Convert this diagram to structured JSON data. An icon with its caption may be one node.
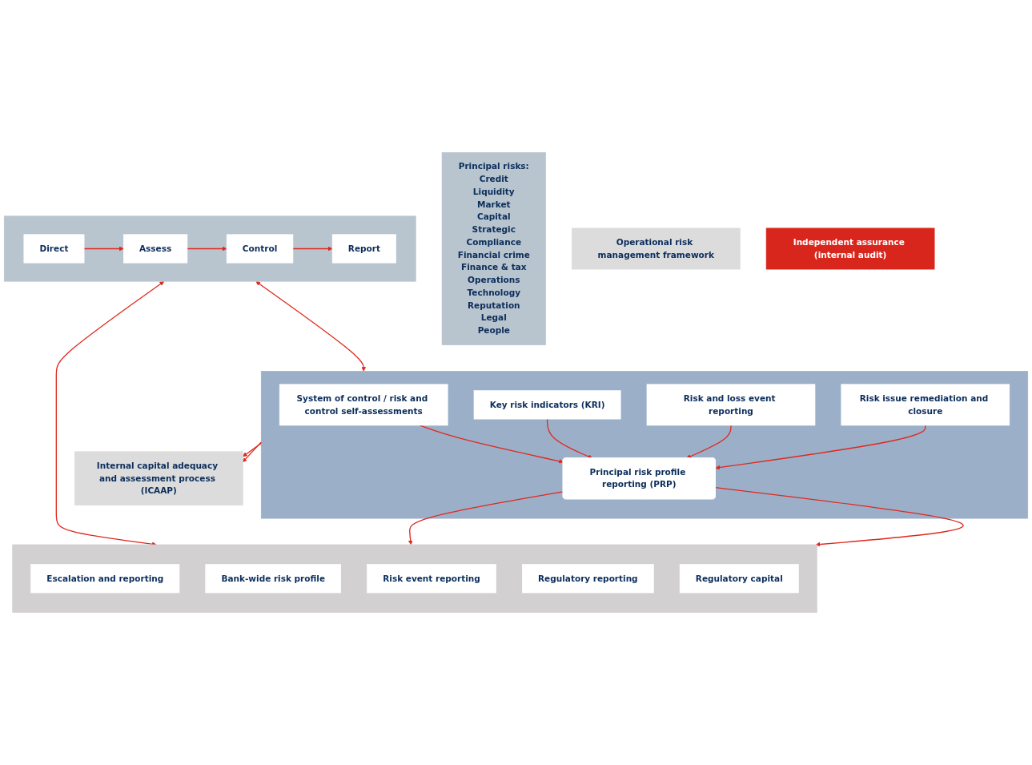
{
  "diagram": {
    "nodes": [
      {
        "text": [
          "Principal risks:",
          "Credit",
          "Liquidity",
          "Market",
          "Capital",
          "Strategic",
          "Compliance",
          "Financial crime",
          "Finance & tax",
          "Operations",
          "Technology",
          "Reputation",
          "Legal",
          "People"
        ]
      },
      {
        "text": [
          "Operational risk management framework"
        ]
      },
      {
        "text": [],
        "shape": "box"
      },
      {
        "text": [
          "Direct"
        ],
        "in": 2
      },
      {
        "text": [
          "Assess"
        ],
        "in": 2
      },
      {
        "text": [
          "Control"
        ],
        "in": 2
      },
      {
        "text": [
          "Report"
        ],
        "in": 2
      },
      {
        "text": [],
        "shape": "box"
      },
      {
        "text": [
          "System of control / risk and control self-assessments"
        ],
        "in": 7
      },
      {
        "text": [
          "Key risk indicators (KRI)"
        ],
        "in": 7
      },
      {
        "text": [
          "Risk and loss event reporting"
        ],
        "in": 7
      },
      {
        "text": [
          "Risk issue remediation and closure"
        ],
        "in": 7
      },
      {
        "text": [
          "Principal risk profile reporting (PRP)"
        ],
        "in": 7
      },
      {
        "text": [],
        "shape": "box"
      },
      {
        "text": [
          "Escalation and reporting"
        ],
        "in": 13
      },
      {
        "text": [
          "Bank-wide risk profile"
        ],
        "in": 13
      },
      {
        "text": [
          "Risk event reporting"
        ],
        "in": 13
      },
      {
        "text": [
          "Regulatory reporting"
        ],
        "in": 13
      },
      {
        "text": [
          "Regulatory capital"
        ],
        "in": 13
      },
      {
        "text": [
          "Internal capital adequacy and assessment process (ICAAP)"
        ]
      },
      {
        "text": [
          "Independent assurance (internal audit)"
        ]
      }
    ],
    "edges": [
      {
        "from": 3,
        "to": 4,
        "arrow": "to"
      },
      {
        "from": 4,
        "to": 5,
        "arrow": "to"
      },
      {
        "from": 5,
        "to": 6,
        "arrow": "to"
      },
      {
        "from": 2,
        "to": 7,
        "arrow": "both"
      },
      {
        "from": 2,
        "to": 13,
        "arrow": "both"
      },
      {
        "from": 8,
        "to": 12,
        "arrow": "to"
      },
      {
        "from": 9,
        "to": 12,
        "arrow": "to"
      },
      {
        "from": 10,
        "to": 12,
        "arrow": "to"
      },
      {
        "from": 11,
        "to": 12,
        "arrow": "to"
      },
      {
        "from": 12,
        "to": 13,
        "arrow": "to"
      },
      {
        "from": 12,
        "to": 13,
        "arrow": "to"
      },
      {
        "from": 7,
        "to": 19,
        "arrow": "to"
      },
      {
        "from": 7,
        "to": 19,
        "arrow": "to"
      }
    ]
  }
}
